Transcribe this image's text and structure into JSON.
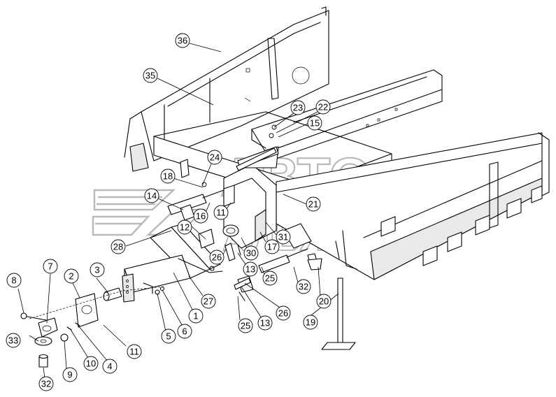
{
  "diagram": {
    "callouts": [
      {
        "id": "c36",
        "label": "36"
      },
      {
        "id": "c35",
        "label": "35"
      },
      {
        "id": "c23",
        "label": "23"
      },
      {
        "id": "c22",
        "label": "22"
      },
      {
        "id": "c15",
        "label": "15"
      },
      {
        "id": "c24",
        "label": "24"
      },
      {
        "id": "c18",
        "label": "18"
      },
      {
        "id": "c21",
        "label": "21"
      },
      {
        "id": "c14",
        "label": "14"
      },
      {
        "id": "c16",
        "label": "16"
      },
      {
        "id": "c11a",
        "label": "11"
      },
      {
        "id": "c12",
        "label": "12"
      },
      {
        "id": "c31",
        "label": "31"
      },
      {
        "id": "c28",
        "label": "28"
      },
      {
        "id": "c30",
        "label": "30"
      },
      {
        "id": "c17",
        "label": "17"
      },
      {
        "id": "c26a",
        "label": "26"
      },
      {
        "id": "c13a",
        "label": "13"
      },
      {
        "id": "c25a",
        "label": "25"
      },
      {
        "id": "c32a",
        "label": "32"
      },
      {
        "id": "c20",
        "label": "20"
      },
      {
        "id": "c7",
        "label": "7"
      },
      {
        "id": "c3",
        "label": "3"
      },
      {
        "id": "c2",
        "label": "2"
      },
      {
        "id": "c8",
        "label": "8"
      },
      {
        "id": "c27",
        "label": "27"
      },
      {
        "id": "c1",
        "label": "1"
      },
      {
        "id": "c6",
        "label": "6"
      },
      {
        "id": "c5",
        "label": "5"
      },
      {
        "id": "c26b",
        "label": "26"
      },
      {
        "id": "c13b",
        "label": "13"
      },
      {
        "id": "c25b",
        "label": "25"
      },
      {
        "id": "c19",
        "label": "19"
      },
      {
        "id": "c33",
        "label": "33"
      },
      {
        "id": "c9",
        "label": "9"
      },
      {
        "id": "c10",
        "label": "10"
      },
      {
        "id": "c4",
        "label": "4"
      },
      {
        "id": "c11b",
        "label": "11"
      },
      {
        "id": "c32b",
        "label": "32"
      }
    ]
  },
  "watermark": {
    "line1": "АВТО",
    "line2": "АЛЬЯНС"
  }
}
